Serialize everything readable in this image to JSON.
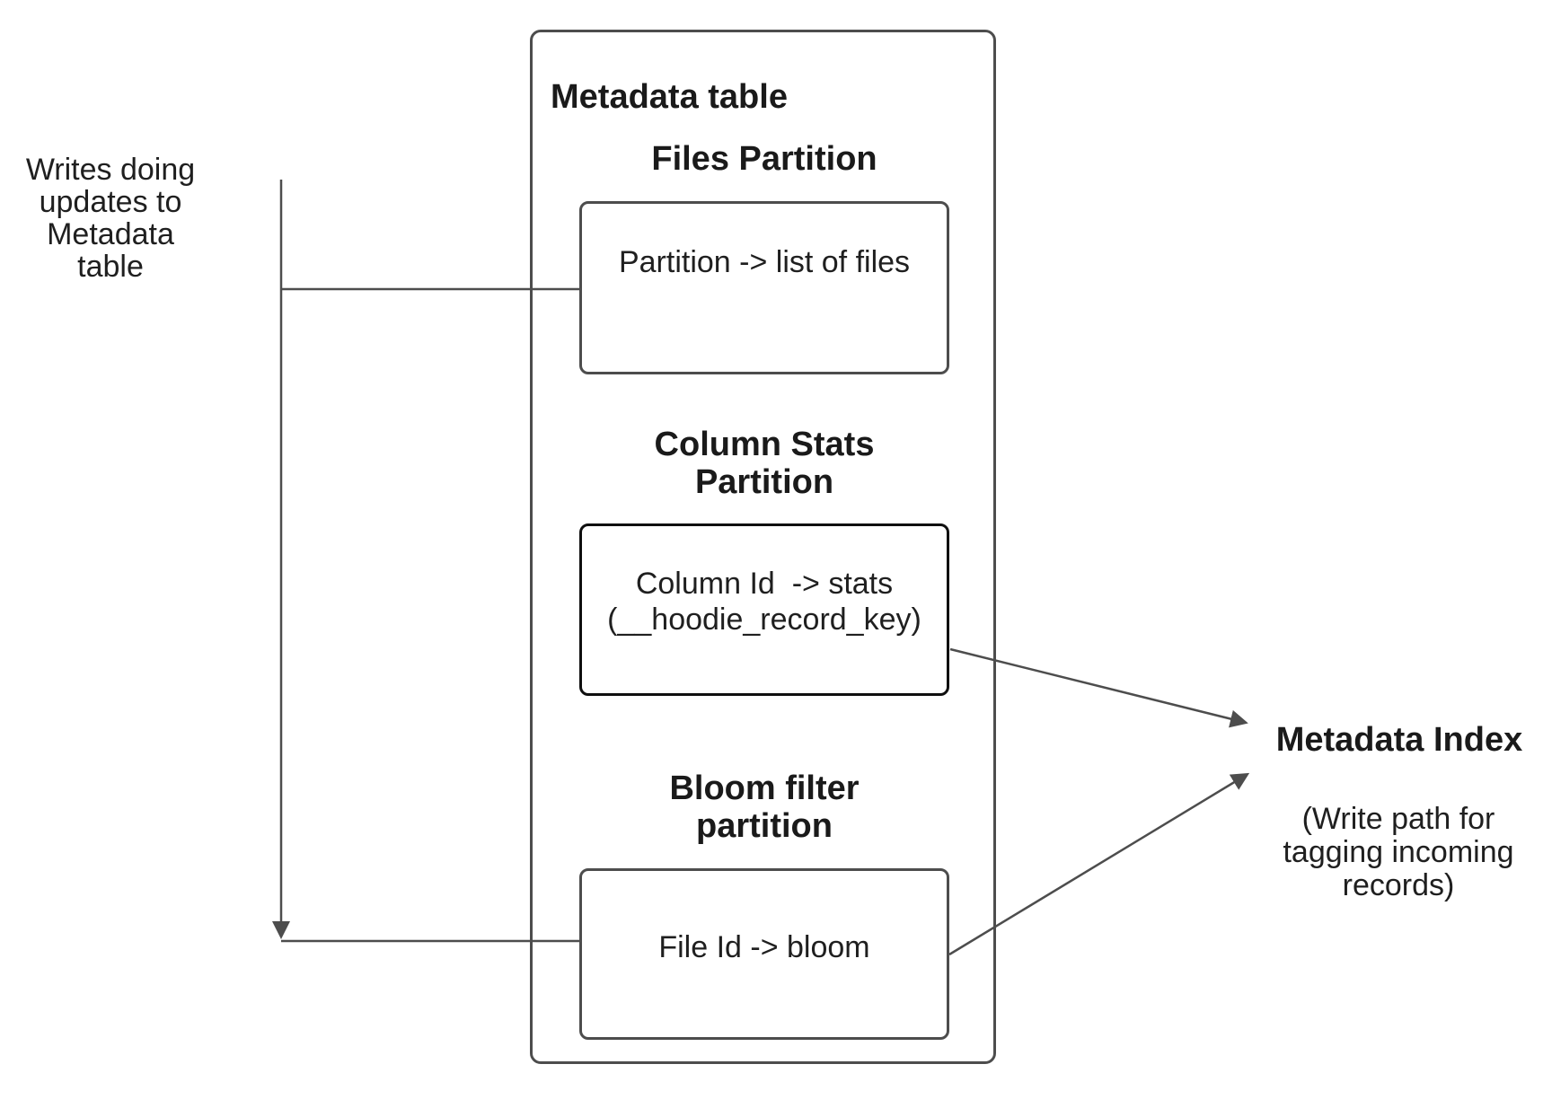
{
  "diagram": {
    "left_note": "Writes doing\nupdates to\nMetadata table",
    "metadata_table": {
      "title": "Metadata table",
      "partitions": [
        {
          "heading": "Files Partition",
          "content": "Partition -> list of files"
        },
        {
          "heading": "Column Stats\nPartition",
          "content": "Column Id  -> stats\n(__hoodie_record_key)"
        },
        {
          "heading": "Bloom filter\npartition",
          "content": "File Id -> bloom"
        }
      ]
    },
    "metadata_index": {
      "title": "Metadata Index",
      "subtitle": "(Write path for\ntagging incoming\nrecords)"
    },
    "colors": {
      "connector_line": "#4d4d4d",
      "box_border": "#4d4d4d",
      "highlight_box_border": "#0f0f0f",
      "text": "#1a1a1a",
      "background": "#ffffff"
    }
  }
}
